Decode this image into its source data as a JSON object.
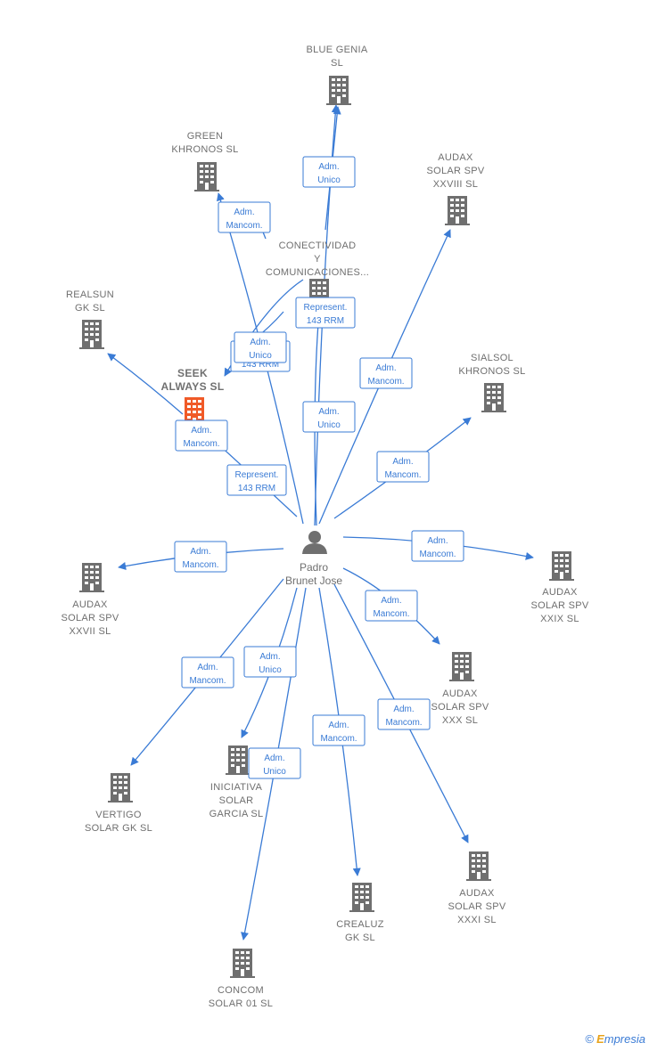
{
  "colors": {
    "edge": "#3a7bd5",
    "building": "#6f6f6f",
    "focus": "#f05a28",
    "person": "#6f6f6f"
  },
  "person": {
    "lines": [
      "Padro",
      "Brunet Jose"
    ],
    "icon": "person-icon"
  },
  "companies": [
    {
      "id": "blue_genia",
      "lines": [
        "BLUE GENIA",
        "SL"
      ],
      "focus": false
    },
    {
      "id": "green_khronos",
      "lines": [
        "GREEN",
        "KHRONOS  SL"
      ],
      "focus": false
    },
    {
      "id": "audax_xxviii",
      "lines": [
        "AUDAX",
        "SOLAR SPV",
        "XXVIII  SL"
      ],
      "focus": false
    },
    {
      "id": "conectividad",
      "lines": [
        "CONECTIVIDAD",
        "Y",
        "COMUNICACIONES..."
      ],
      "focus": false
    },
    {
      "id": "realsun",
      "lines": [
        "REALSUN",
        "GK  SL"
      ],
      "focus": false
    },
    {
      "id": "seek_always",
      "lines": [
        "SEEK",
        "ALWAYS  SL"
      ],
      "focus": true
    },
    {
      "id": "sialsol",
      "lines": [
        "SIALSOL",
        "KHRONOS  SL"
      ],
      "focus": false
    },
    {
      "id": "audax_xxvii",
      "lines": [
        "AUDAX",
        "SOLAR SPV",
        "XXVII  SL"
      ],
      "focus": false
    },
    {
      "id": "audax_xxix",
      "lines": [
        "AUDAX",
        "SOLAR SPV",
        "XXIX  SL"
      ],
      "focus": false
    },
    {
      "id": "audax_xxx",
      "lines": [
        "AUDAX",
        "SOLAR SPV",
        "XXX  SL"
      ],
      "focus": false
    },
    {
      "id": "vertigo",
      "lines": [
        "VERTIGO",
        "SOLAR GK  SL"
      ],
      "focus": false
    },
    {
      "id": "iniciativa",
      "lines": [
        "INICIATIVA",
        "SOLAR",
        "GARCIA  SL"
      ],
      "focus": false
    },
    {
      "id": "crealuz",
      "lines": [
        "CREALUZ",
        "GK  SL"
      ],
      "focus": false
    },
    {
      "id": "audax_xxxi",
      "lines": [
        "AUDAX",
        "SOLAR SPV",
        "XXXI  SL"
      ],
      "focus": false
    },
    {
      "id": "concom",
      "lines": [
        "CONCOM",
        "SOLAR 01  SL"
      ],
      "focus": false
    }
  ],
  "relations": [
    {
      "from": "person",
      "to": "blue_genia",
      "lines": [
        "Adm.",
        "Unico"
      ]
    },
    {
      "from": "conectividad",
      "to": "blue_genia",
      "lines": [
        "Adm.",
        "Unico"
      ]
    },
    {
      "from": "person",
      "to": "green_khronos",
      "lines": [
        "Adm.",
        "Mancom."
      ]
    },
    {
      "from": "person",
      "to": "audax_xxviii",
      "lines": [
        "Adm.",
        "Mancom."
      ]
    },
    {
      "from": "conectividad",
      "to": "seek_always",
      "lines": [
        "Represent.",
        "143 RRM"
      ]
    },
    {
      "from": "person",
      "to": "conectividad",
      "lines": [
        "Adm.",
        "Unico"
      ]
    },
    {
      "from": "person",
      "to": "seek_always",
      "lines": [
        "Adm.",
        "Unico"
      ]
    },
    {
      "from": "seek_always",
      "to": "realsun",
      "lines": [
        "Adm.",
        "Mancom."
      ]
    },
    {
      "from": "person",
      "to": "seek_always",
      "lines": [
        "Represent.",
        "143 RRM"
      ]
    },
    {
      "from": "person",
      "to": "sialsol",
      "lines": [
        "Adm.",
        "Mancom."
      ]
    },
    {
      "from": "person",
      "to": "audax_xxvii",
      "lines": [
        "Adm.",
        "Mancom."
      ]
    },
    {
      "from": "person",
      "to": "audax_xxix",
      "lines": [
        "Adm.",
        "Mancom."
      ]
    },
    {
      "from": "person",
      "to": "audax_xxx",
      "lines": [
        "Adm.",
        "Mancom."
      ]
    },
    {
      "from": "person",
      "to": "vertigo",
      "lines": [
        "Adm.",
        "Mancom."
      ]
    },
    {
      "from": "person",
      "to": "iniciativa",
      "lines": [
        "Adm.",
        "Unico"
      ]
    },
    {
      "from": "person",
      "to": "crealuz",
      "lines": [
        "Adm.",
        "Mancom."
      ]
    },
    {
      "from": "person",
      "to": "audax_xxxi",
      "lines": [
        "Adm.",
        "Mancom."
      ]
    },
    {
      "from": "person",
      "to": "concom",
      "lines": [
        "Adm.",
        "Unico"
      ]
    }
  ],
  "footer": {
    "copyright": "©",
    "brand_first": "E",
    "brand_rest": "mpresia"
  }
}
